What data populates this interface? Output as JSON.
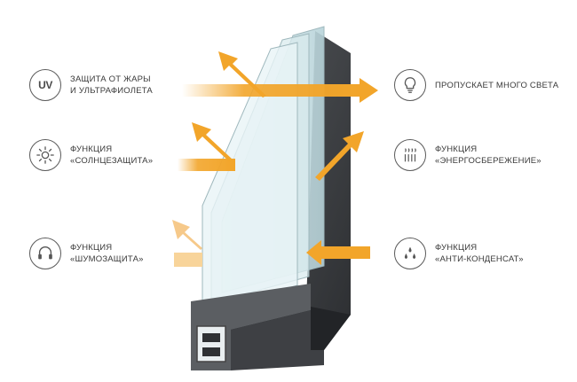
{
  "features": [
    {
      "key": "uv",
      "icon": "uv-icon",
      "icon_text": "UV",
      "lines": [
        "ЗАЩИТА ОТ ЖАРЫ",
        "И УЛЬТРАФИОЛЕТА"
      ]
    },
    {
      "key": "sun",
      "icon": "sun-icon",
      "lines": [
        "ФУНКЦИЯ",
        "«СОЛНЦЕЗАЩИТА»"
      ]
    },
    {
      "key": "noise",
      "icon": "headphones-icon",
      "lines": [
        "ФУНКЦИЯ",
        "«ШУМОЗАЩИТА»"
      ]
    },
    {
      "key": "light",
      "icon": "lightbulb-icon",
      "lines": [
        "ПРОПУСКАЕТ МНОГО СВЕТА"
      ]
    },
    {
      "key": "energy",
      "icon": "heat-icon",
      "lines": [
        "ФУНКЦИЯ",
        "«ЭНЕРГОСБЕРЕЖЕНИЕ»"
      ]
    },
    {
      "key": "condensate",
      "icon": "droplets-icon",
      "lines": [
        "ФУНКЦИЯ",
        "«АНТИ-КОНДЕНСАТ»"
      ]
    }
  ],
  "colors": {
    "arrow": "#f2a52a",
    "frame": "#3b3d40",
    "glass": "#cfe3e8",
    "text": "#3a3a3a"
  }
}
